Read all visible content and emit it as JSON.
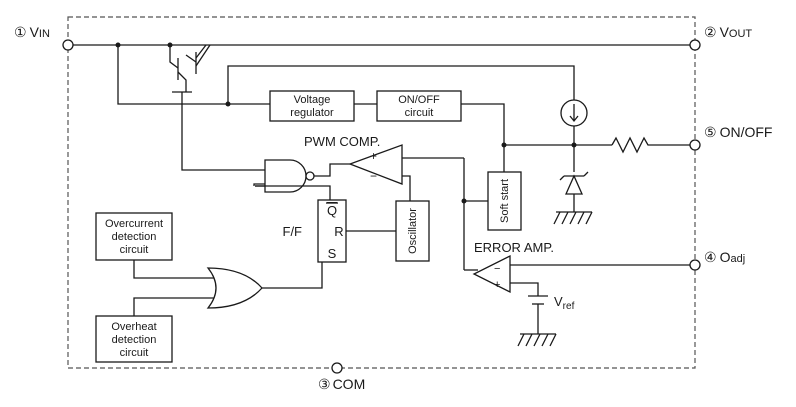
{
  "pins": {
    "vin": {
      "num": "①",
      "label": "V",
      "sub": "IN"
    },
    "vout": {
      "num": "②",
      "label": "V",
      "sub": "OUT"
    },
    "com": {
      "num": "③",
      "label": "COM"
    },
    "oadj": {
      "num": "④",
      "label": "O",
      "sub": "adj"
    },
    "onoff": {
      "num": "⑤",
      "label": "ON/OFF"
    }
  },
  "blocks": {
    "voltage_regulator": [
      "Voltage",
      "regulator"
    ],
    "onoff_circuit": [
      "ON/OFF",
      "circuit"
    ],
    "overcurrent": [
      "Overcurrent",
      "detection",
      "circuit"
    ],
    "overheat": [
      "Overheat",
      "detection",
      "circuit"
    ],
    "oscillator": "Oscillator",
    "soft_start": "Soft start"
  },
  "labels": {
    "pwm_comp": "PWM COMP.",
    "error_amp": "ERROR AMP.",
    "ff": "F/F",
    "q": "Q",
    "r": "R",
    "s": "S",
    "plus": "+",
    "minus": "−",
    "vref": "V",
    "vref_sub": "ref"
  }
}
